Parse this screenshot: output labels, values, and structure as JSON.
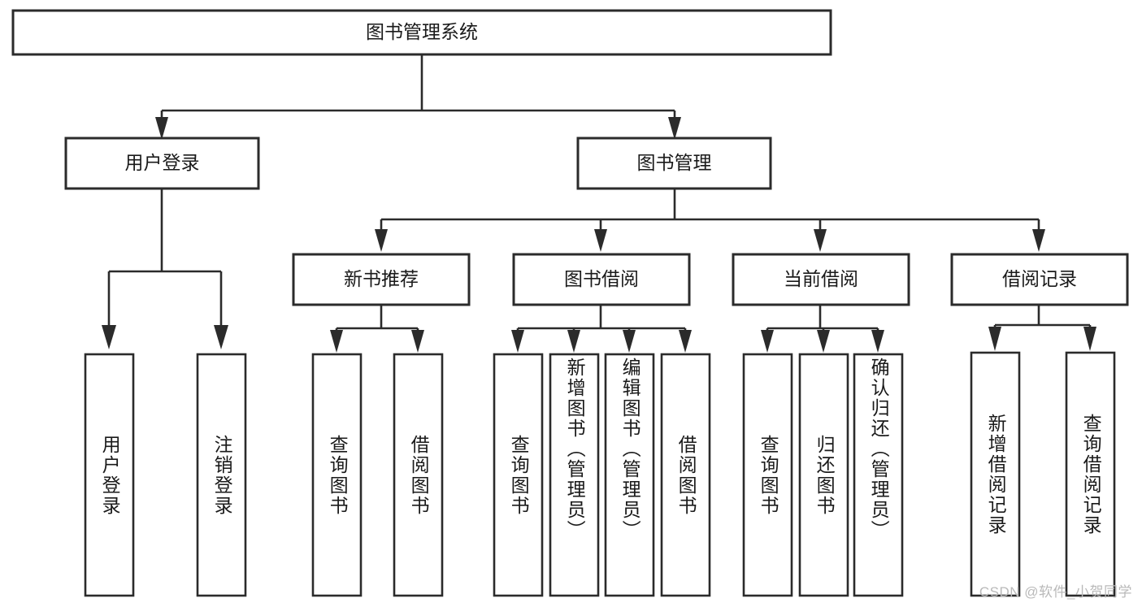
{
  "diagram": {
    "type": "hierarchy-tree",
    "title": "图书管理系统",
    "root": {
      "id": "root",
      "label": "图书管理系统",
      "orientation": "horizontal"
    },
    "level2": [
      {
        "id": "user-login",
        "label": "用户登录",
        "orientation": "horizontal"
      },
      {
        "id": "book-manage",
        "label": "图书管理",
        "orientation": "horizontal"
      }
    ],
    "level3": [
      {
        "id": "new-book-rec",
        "label": "新书推荐",
        "parent": "book-manage",
        "orientation": "horizontal"
      },
      {
        "id": "book-borrow",
        "label": "图书借阅",
        "parent": "book-manage",
        "orientation": "horizontal"
      },
      {
        "id": "current-borrow",
        "label": "当前借阅",
        "parent": "book-manage",
        "orientation": "horizontal"
      },
      {
        "id": "borrow-record",
        "label": "借阅记录",
        "parent": "book-manage",
        "orientation": "horizontal"
      }
    ],
    "leaves": [
      {
        "id": "leaf-user-login",
        "label": "用户登录",
        "parent": "user-login",
        "orientation": "vertical"
      },
      {
        "id": "leaf-logout-login",
        "label": "注销登录",
        "parent": "user-login",
        "orientation": "vertical"
      },
      {
        "id": "leaf-query-book-1",
        "label": "查询图书",
        "parent": "new-book-rec",
        "orientation": "vertical"
      },
      {
        "id": "leaf-borrow-book-1",
        "label": "借阅图书",
        "parent": "new-book-rec",
        "orientation": "vertical"
      },
      {
        "id": "leaf-query-book-2",
        "label": "查询图书",
        "parent": "book-borrow",
        "orientation": "vertical"
      },
      {
        "id": "leaf-add-book",
        "label": "新增图书（管理员）",
        "parent": "book-borrow",
        "orientation": "vertical"
      },
      {
        "id": "leaf-edit-book",
        "label": "编辑图书（管理员）",
        "parent": "book-borrow",
        "orientation": "vertical"
      },
      {
        "id": "leaf-borrow-book-2",
        "label": "借阅图书",
        "parent": "book-borrow",
        "orientation": "vertical"
      },
      {
        "id": "leaf-query-book-3",
        "label": "查询图书",
        "parent": "current-borrow",
        "orientation": "vertical"
      },
      {
        "id": "leaf-return-book",
        "label": "归还图书",
        "parent": "current-borrow",
        "orientation": "vertical"
      },
      {
        "id": "leaf-confirm-return",
        "label": "确认归还（管理员）",
        "parent": "current-borrow",
        "orientation": "vertical"
      },
      {
        "id": "leaf-add-record",
        "label": "新增借阅记录",
        "parent": "borrow-record",
        "orientation": "vertical"
      },
      {
        "id": "leaf-query-record",
        "label": "查询借阅记录",
        "parent": "borrow-record",
        "orientation": "vertical"
      }
    ]
  },
  "watermark": {
    "text": "CSDN @软件_小贺同学"
  },
  "colors": {
    "stroke": "#2b2b2b",
    "fill": "#ffffff",
    "text": "#1a1a1a",
    "watermark": "#b9b9b9"
  }
}
